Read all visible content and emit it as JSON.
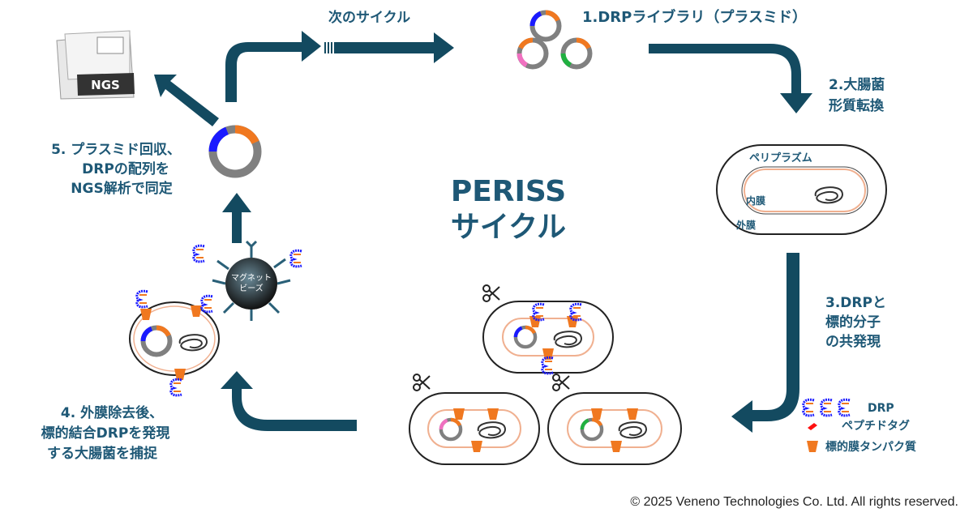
{
  "title": [
    "PERISS",
    "サイクル"
  ],
  "steps": {
    "next_cycle": "次のサイクル",
    "step1": "1.DRPライブラリ（プラスミド）",
    "step2": [
      "2.大腸菌",
      "形質転換"
    ],
    "step3": [
      "3.DRPと",
      "標的分子",
      "の共発現"
    ],
    "step4": [
      "4. 外膜除去後、",
      "標的結合DRPを発現",
      "する大腸菌を捕捉"
    ],
    "step5": [
      "5. プラスミド回収、",
      "DRPの配列を",
      "NGS解析で同定"
    ]
  },
  "cell_labels": {
    "periplasm": "ペリプラズム",
    "inner": "内膜",
    "outer": "外膜"
  },
  "machine_label": "NGS",
  "bead_label": [
    "マグネット",
    "ビーズ"
  ],
  "legend": [
    {
      "label": "DRP"
    },
    {
      "label": "ペプチドタグ"
    },
    {
      "label": "標的膜タンパク質"
    }
  ],
  "copyright": "© 2025 Veneno Technologies Co. Ltd. All rights reserved.",
  "colors": {
    "arrow": "#134a60",
    "text": "#1e5876",
    "orange": "#f07820",
    "blue": "#1a1aff",
    "pink": "#f070c0",
    "green": "#20b040",
    "gray": "#808080"
  }
}
